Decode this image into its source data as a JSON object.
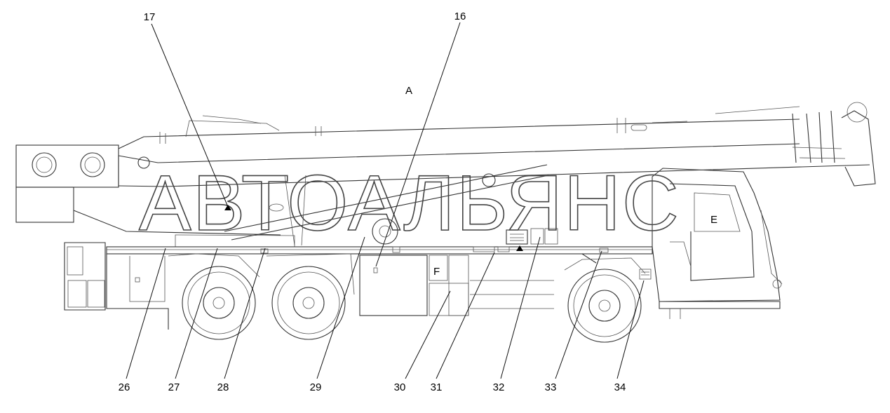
{
  "callouts": [
    {
      "id": "17",
      "label": "17"
    },
    {
      "id": "16",
      "label": "16"
    },
    {
      "id": "26",
      "label": "26"
    },
    {
      "id": "27",
      "label": "27"
    },
    {
      "id": "28",
      "label": "28"
    },
    {
      "id": "29",
      "label": "29"
    },
    {
      "id": "30",
      "label": "30"
    },
    {
      "id": "31",
      "label": "31"
    },
    {
      "id": "32",
      "label": "32"
    },
    {
      "id": "33",
      "label": "33"
    },
    {
      "id": "34",
      "label": "34"
    }
  ],
  "zones": {
    "a": "A",
    "e": "E",
    "f": "F"
  },
  "watermark": "АВТОАЛЬЯНС"
}
